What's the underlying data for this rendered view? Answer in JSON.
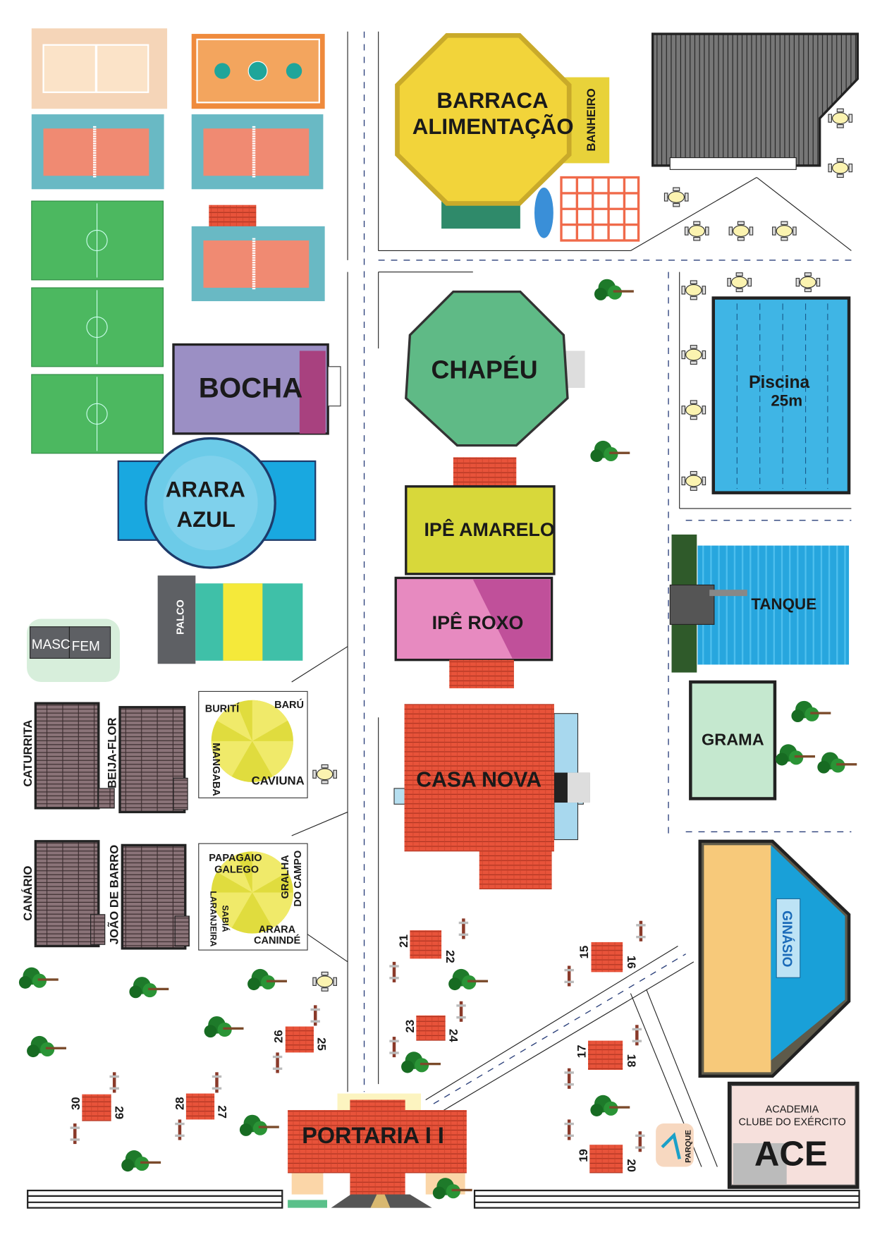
{
  "title": "Mapa Clube do Exército",
  "buildings": {
    "barraca": [
      "BARRACA",
      "ALIMENTAÇÃO"
    ],
    "banheiro": "BANHEIRO",
    "chapeu": "CHAPÉU",
    "bocha": "BOCHA",
    "arara_azul": [
      "ARARA",
      "AZUL"
    ],
    "palco": "PALCO",
    "masc": "MASC",
    "fem": "FEM",
    "ipe_amarelo": "IPÊ AMARELO",
    "ipe_roxo": "IPÊ ROXO",
    "piscina": [
      "Piscina",
      "25m"
    ],
    "tanque": "TANQUE",
    "grama": "GRAMA",
    "casa_nova": "CASA NOVA",
    "ginasio": "GINÁSIO",
    "portaria": "PORTARIA I I",
    "parque": "PARQUE",
    "ace": {
      "line1": "ACADEMIA",
      "line2": "CLUBE DO EXÉRCITO",
      "logo": "ACE"
    }
  },
  "dorms": [
    "CATURRITA",
    "BEIJA-FLOR",
    "CANÁRIO",
    "JOÃO DE BARRO"
  ],
  "kiosk_group_1": [
    "BURITÍ",
    "BARÚ",
    "MANGABA",
    "CAVIUNA"
  ],
  "kiosk_group_2": [
    "PAPAGAIO",
    "GALEGO",
    "GRALHA",
    "DO CAMPO",
    "SABIÁ",
    "LARANJEIRA",
    "ARARA",
    "CANINDÉ"
  ],
  "chalets": [
    "21",
    "22",
    "23",
    "24",
    "15",
    "16",
    "17",
    "18",
    "19",
    "20",
    "26",
    "25",
    "28",
    "27",
    "30",
    "29"
  ],
  "colors": {
    "roof": "#e8533a",
    "grass": "#4cb860",
    "pool": "#3fb5e5",
    "yellow": "#f2d43a"
  }
}
